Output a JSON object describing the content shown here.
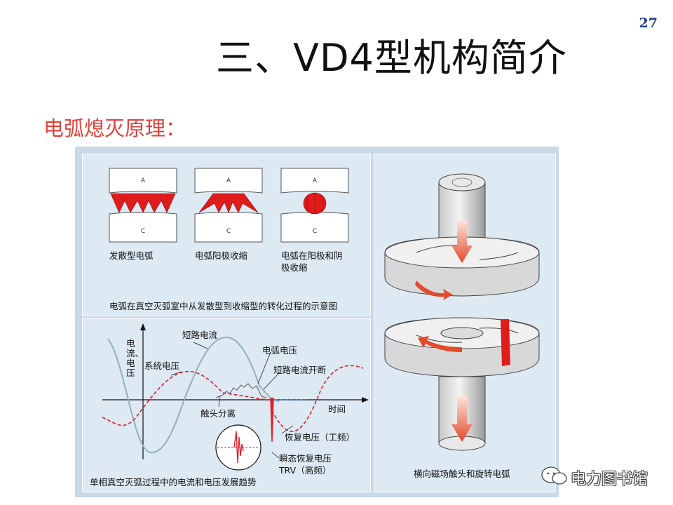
{
  "slide": {
    "page_number": "27",
    "title": "三、VD4型机构简介",
    "subtitle": "电弧熄灭原理："
  },
  "arc_shapes_panel": {
    "electrode_top_label": "A",
    "electrode_bottom_label": "C",
    "labels": [
      "发散型电弧",
      "电弧阳极收缩",
      "电弧在阳极和阴",
      "极收缩"
    ],
    "caption": "电弧在真空灭弧室中从发散型到收缩型的转化过程的示意图"
  },
  "waveform_panel": {
    "y_axis_label": "电流、电压",
    "x_axis_label": "时间",
    "annotations": {
      "short_circuit_current": "短路电流",
      "arc_voltage": "电弧电压",
      "system_voltage": "系统电压",
      "current_interruption": "短路电流开断",
      "contact_separation": "触头分离",
      "recovery_voltage": "恢复电压（工频）",
      "trv_line1": "瞬态恢复电压",
      "trv_line2": "TRV（高频）"
    },
    "caption": "单相真空灭弧过程中的电流和电压发展趋势"
  },
  "contact_panel": {
    "caption": "横向磁场触头和旋转电弧"
  },
  "watermark": {
    "icon": "wechat-icon",
    "text": "电力图书馆"
  },
  "colors": {
    "title_page_number": "#1f3c8f",
    "subtitle": "#e0403a",
    "arc_red": "#e01b1b",
    "current_wave": "#8fb3b8",
    "voltage_wave": "#e0202a",
    "panel_bg": "#dde9f3",
    "frame_bg": "#c8d9e8"
  }
}
